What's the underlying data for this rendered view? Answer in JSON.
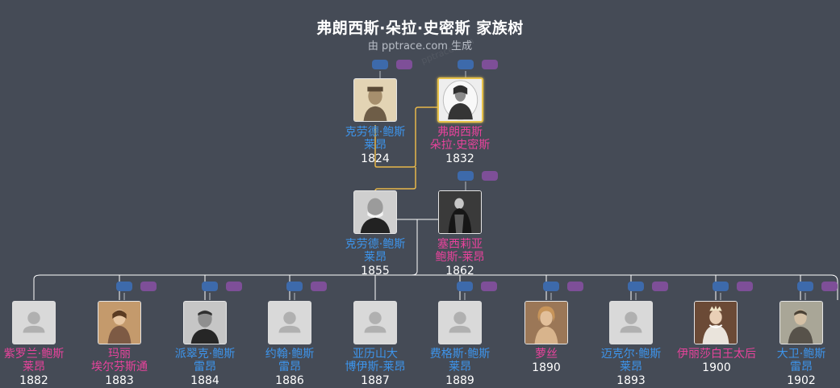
{
  "header": {
    "title": "弗朗西斯·朵拉·史密斯 家族树",
    "subtitle": "由 pptrace.com 生成",
    "watermark": "pptrace.com"
  },
  "colors": {
    "background": "#454b56",
    "male": "#3d94eb",
    "female": "#e8439c",
    "selected_link": "#e8b84a",
    "link": "#ffffff"
  },
  "people": [
    {
      "id": "claude-1824",
      "line1": "克劳德·鲍斯",
      "line2": "莱昂",
      "year": "1824",
      "gender": "male",
      "photo": "sepia-portrait"
    },
    {
      "id": "frances",
      "line1": "弗朗西斯",
      "line2": "朵拉·史密斯",
      "year": "1832",
      "gender": "female",
      "photo": "portrait",
      "selected": true
    },
    {
      "id": "claude-1855",
      "line1": "克劳德·鲍斯",
      "line2": "莱昂",
      "year": "1855",
      "gender": "male",
      "photo": "portrait"
    },
    {
      "id": "cecilia",
      "line1": "塞西莉亚",
      "line2": "鲍斯-莱昂",
      "year": "1862",
      "gender": "female",
      "photo": "dark-portrait"
    },
    {
      "id": "violet",
      "line1": "紫罗兰·鲍斯",
      "line2": "莱昂",
      "year": "1882",
      "gender": "female",
      "photo": "placeholder"
    },
    {
      "id": "mary",
      "line1": "玛丽",
      "line2": "埃尔芬斯通",
      "year": "1883",
      "gender": "female",
      "photo": "painting"
    },
    {
      "id": "patrick",
      "line1": "派翠克·鲍斯",
      "line2": "雷昂",
      "year": "1884",
      "gender": "male",
      "photo": "portrait"
    },
    {
      "id": "john",
      "line1": "约翰·鲍斯",
      "line2": "雷昂",
      "year": "1886",
      "gender": "male",
      "photo": "placeholder"
    },
    {
      "id": "alexander",
      "line1": "亚历山大",
      "line2": "博伊斯-莱昂",
      "year": "1887",
      "gender": "male",
      "photo": "placeholder"
    },
    {
      "id": "fergus",
      "line1": "费格斯·鲍斯",
      "line2": "莱昂",
      "year": "1889",
      "gender": "male",
      "photo": "placeholder"
    },
    {
      "id": "rose",
      "line1": "萝丝",
      "line2": "",
      "year": "1890",
      "gender": "female",
      "photo": "painting"
    },
    {
      "id": "michael",
      "line1": "迈克尔·鲍斯",
      "line2": "莱昂",
      "year": "1893",
      "gender": "male",
      "photo": "placeholder"
    },
    {
      "id": "elizabeth",
      "line1": "伊丽莎白王太后",
      "line2": "",
      "year": "1900",
      "gender": "female",
      "photo": "queen-portrait"
    },
    {
      "id": "david",
      "line1": "大卫·鲍斯",
      "line2": "雷昂",
      "year": "1902",
      "gender": "male",
      "photo": "painting-male"
    }
  ]
}
